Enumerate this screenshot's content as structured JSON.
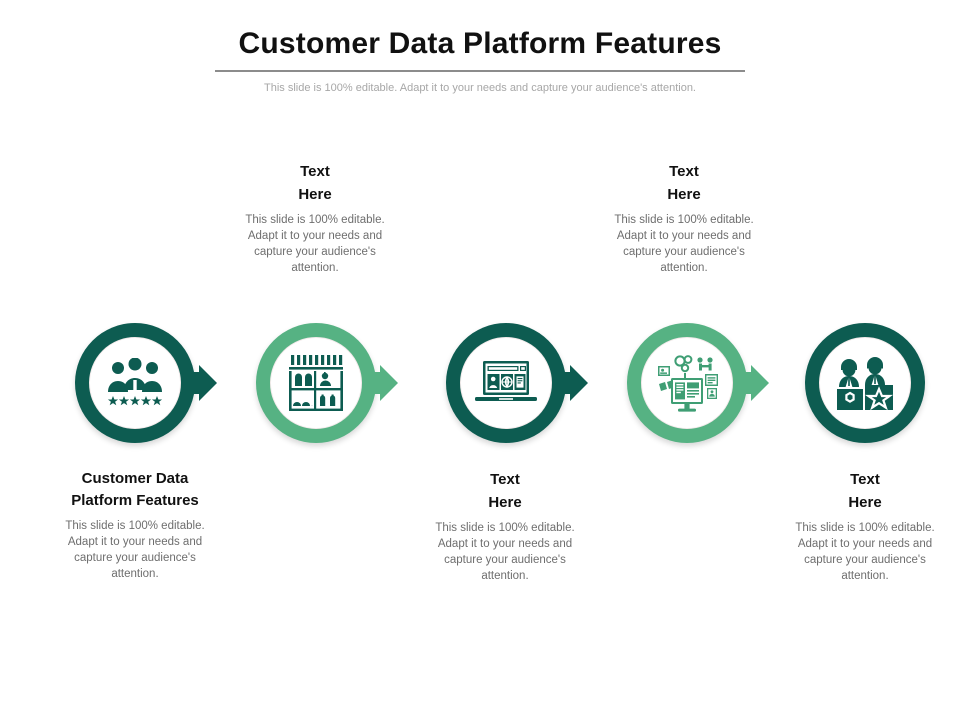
{
  "header": {
    "title": "Customer Data Platform Features",
    "subtitle": "This slide is 100% editable. Adapt it to your needs and capture your audience's attention."
  },
  "colors": {
    "dark_teal": "#0d5c51",
    "light_green": "#56b283",
    "title_text": "#111111",
    "body_text": "#6e6e6e",
    "subtitle_text": "#a7a7a7",
    "rule": "#8c8c8c",
    "background": "#ffffff"
  },
  "body_text_default": "This slide is 100% editable. Adapt it to your needs and capture your audience's attention.",
  "nodes": [
    {
      "index": 1,
      "icon": "people-group-stars-icon",
      "ring_color": "#0d5c51",
      "has_arrow": true,
      "arrow_color": "#0d5c51"
    },
    {
      "index": 2,
      "icon": "store-shelves-icon",
      "ring_color": "#56b283",
      "has_arrow": true,
      "arrow_color": "#56b283"
    },
    {
      "index": 3,
      "icon": "laptop-browser-search-icon",
      "ring_color": "#0d5c51",
      "has_arrow": true,
      "arrow_color": "#0d5c51"
    },
    {
      "index": 4,
      "icon": "monitor-dashboard-network-icon",
      "ring_color": "#56b283",
      "has_arrow": true,
      "arrow_color": "#56b283"
    },
    {
      "index": 5,
      "icon": "podium-winners-icon",
      "ring_color": "#0d5c51",
      "has_arrow": false,
      "arrow_color": ""
    }
  ],
  "text_blocks": [
    {
      "id": "top-2",
      "position": "top",
      "heading": "Text\nHere",
      "body": "This slide is 100% editable. Adapt it to your needs and capture your audience's attention."
    },
    {
      "id": "top-4",
      "position": "top",
      "heading": "Text\nHere",
      "body": "This slide is 100% editable. Adapt it to your needs and capture your audience's attention."
    },
    {
      "id": "bottom-1",
      "position": "bottom",
      "heading": "Customer Data\nPlatform Features",
      "body": "This slide is 100% editable. Adapt it to your needs and capture your audience's attention."
    },
    {
      "id": "bottom-3",
      "position": "bottom",
      "heading": "Text\nHere",
      "body": "This slide is 100% editable. Adapt it to your needs and capture your audience's attention."
    },
    {
      "id": "bottom-5",
      "position": "bottom",
      "heading": "Text\nHere",
      "body": "This slide is 100% editable. Adapt it to your needs and capture your audience's attention."
    }
  ]
}
